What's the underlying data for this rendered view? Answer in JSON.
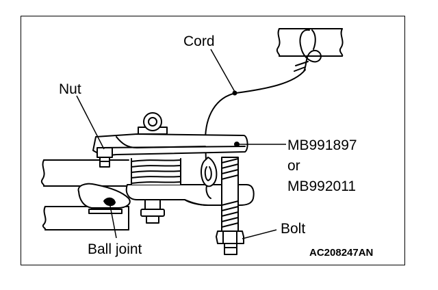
{
  "labels": {
    "cord": "Cord",
    "nut": "Nut",
    "tool_line1": "MB991897",
    "tool_line2": "or",
    "tool_line3": "MB992011",
    "bolt": "Bolt",
    "ball_joint": "Ball joint"
  },
  "figure_code": "AC208247AN"
}
